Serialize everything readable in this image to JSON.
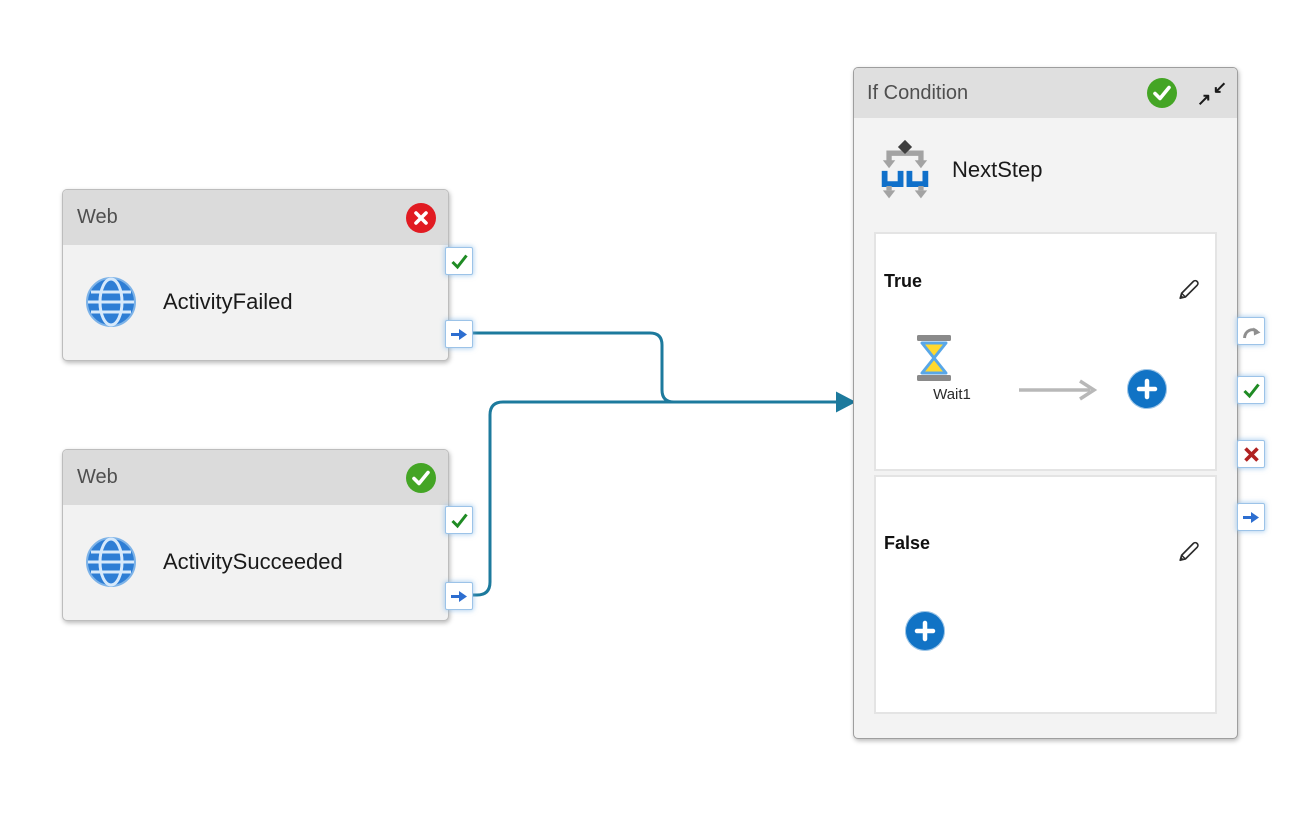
{
  "nodes": {
    "web_failed": {
      "type_label": "Web",
      "name": "ActivityFailed"
    },
    "web_succeeded": {
      "type_label": "Web",
      "name": "ActivitySucceeded"
    },
    "if_condition": {
      "type_label": "If Condition",
      "name": "NextStep",
      "true_branch": {
        "label": "True",
        "activity": "Wait1"
      },
      "false_branch": {
        "label": "False"
      }
    }
  },
  "icons": {
    "web_activity": "globe-icon",
    "if_activity": "branch-diamond-icon",
    "wait_activity": "hourglass-icon",
    "success_badge": "check-circle-icon",
    "error_badge": "x-circle-icon",
    "edit": "pencil-icon",
    "add": "plus-circle-icon",
    "collapse": "collapse-arrows-icon",
    "port_success": "check-icon",
    "port_failure": "cross-icon",
    "port_output": "arrow-right-icon",
    "port_completion": "curved-arrow-icon"
  },
  "colors": {
    "connector": "#1d7a9d",
    "success_badge": "#44a525",
    "error_badge": "#e11b22",
    "port_check": "#1f8b24",
    "port_cross": "#b02121",
    "port_arrow": "#2d6ed0",
    "port_skip": "#8f8f8f",
    "add_button": "#1173c5",
    "web_icon": "#2e7ed5",
    "if_icon_blue": "#1070ca",
    "wait_glass": "#58a7e8",
    "wait_sand": "#ffd92e",
    "header_gray": "#dbdbdb",
    "node_body_gray": "#f2f2f2"
  }
}
